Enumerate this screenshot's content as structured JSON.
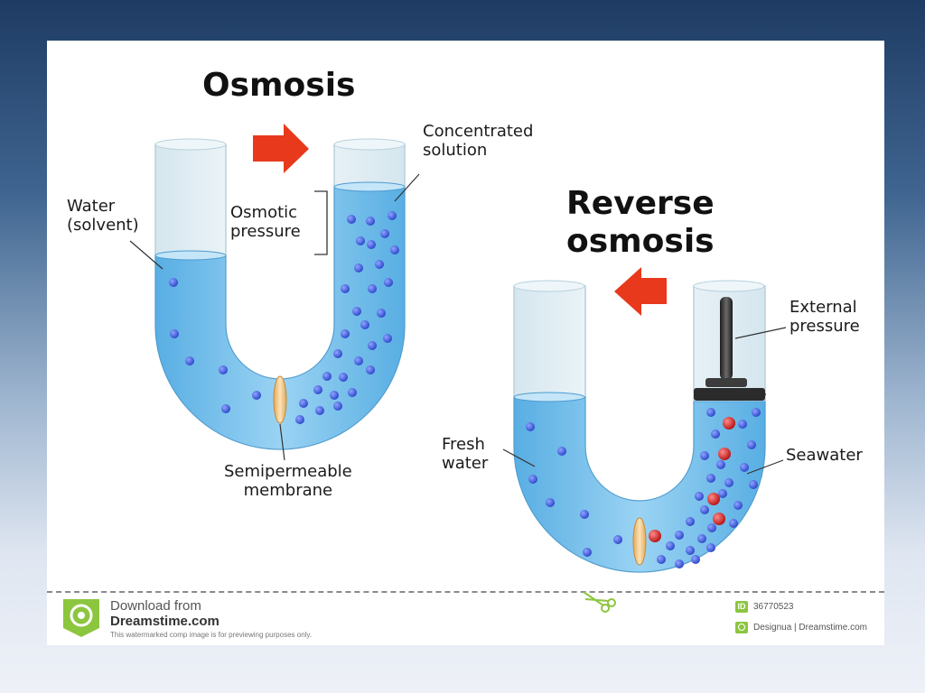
{
  "labels": {
    "osmosis_title": "Osmosis",
    "reverse_title": "Reverse\nosmosis",
    "concentrated": "Concentrated\nsolution",
    "water_solvent": "Water\n(solvent)",
    "osmotic_pressure": "Osmotic\npressure",
    "semipermeable": "Semipermeable\nmembrane",
    "external_pressure": "External\npressure",
    "fresh_water": "Fresh\nwater",
    "seawater": "Seawater"
  },
  "footer": {
    "download_from": "Download from",
    "site": "Dreamstime.com",
    "disclaimer": "This watermarked comp image is for previewing purposes only.",
    "id_badge": "ID",
    "image_id": "36770523",
    "credit": "Designua | Dreamstime.com"
  },
  "colors": {
    "liquid": "#7cc3ec",
    "solvent_dot": "#3a56d6",
    "salt_dot": "#d42323",
    "arrow": "#e8391c",
    "membrane": "#f0c98a",
    "logo_green": "#8cc63f"
  },
  "icons": [
    "right-arrow-icon",
    "left-arrow-icon",
    "piston-icon",
    "dreamstime-logo-icon",
    "scissors-icon",
    "copyright-icon"
  ]
}
